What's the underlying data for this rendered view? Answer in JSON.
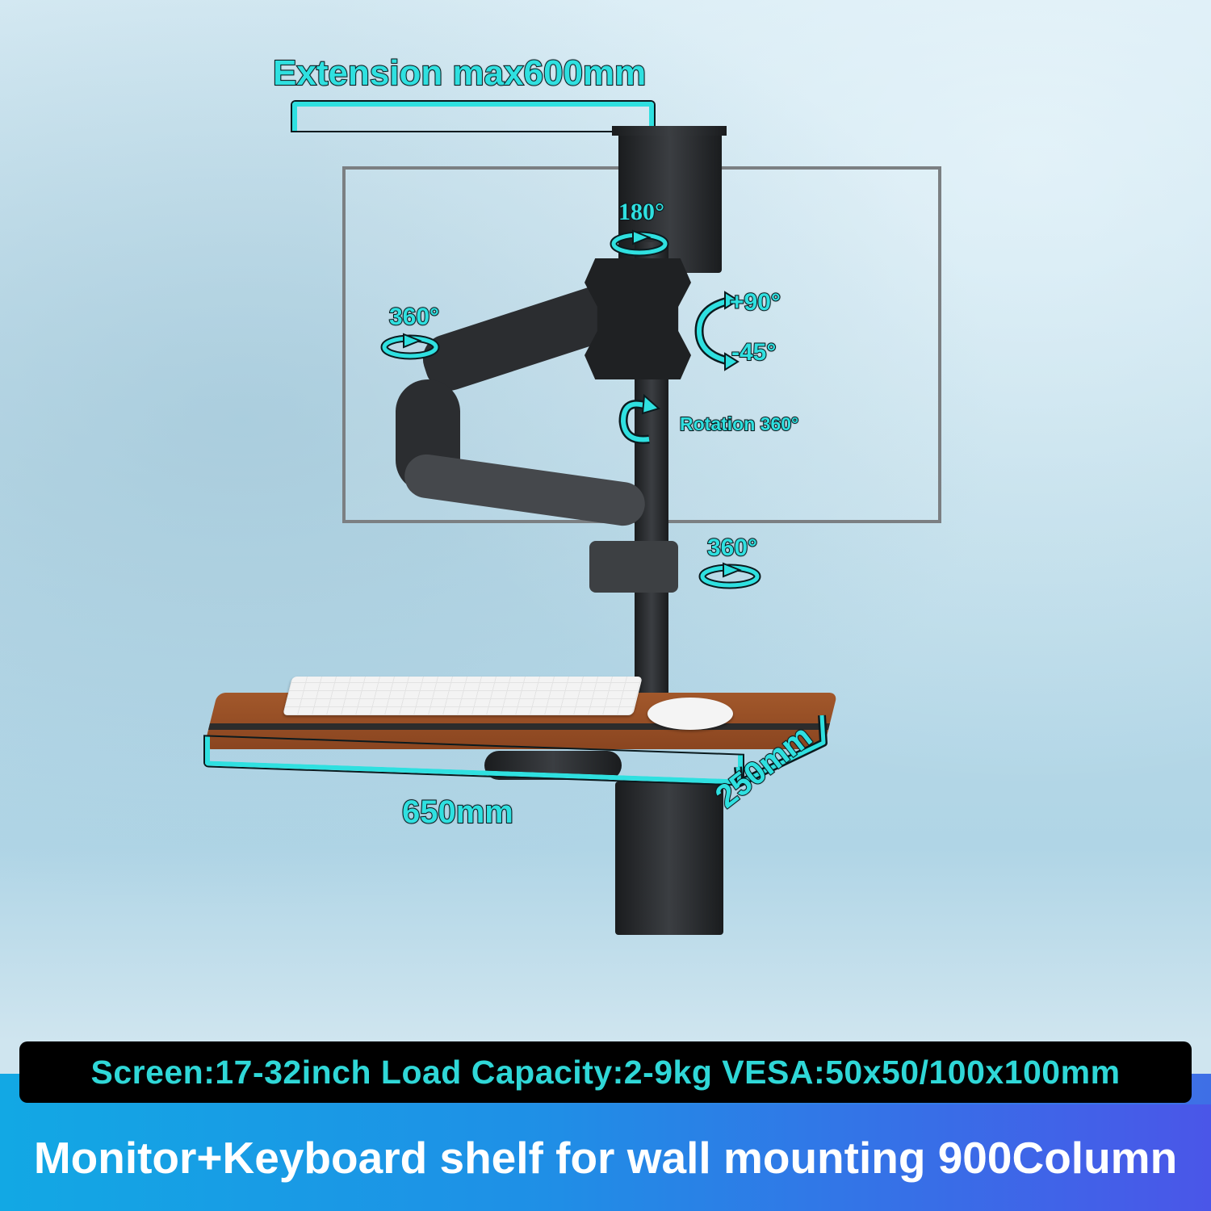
{
  "product": {
    "extension_label": "Extension max600mm",
    "rotations": {
      "top_swivel": "180°",
      "monitor_spin": "360°",
      "tilt_up": "+90°",
      "tilt_down": "-45°",
      "pole_rotation": "Rotation 360°",
      "arm_base_swivel": "360°"
    },
    "shelf": {
      "width_label": "650mm",
      "depth_label": "250mm"
    }
  },
  "specs": {
    "text": "Screen:17-32inch Load Capacity:2-9kg VESA:50x50/100x100mm"
  },
  "footer": {
    "title": "Monitor+Keyboard shelf for wall mounting 900Column"
  },
  "colors": {
    "accent_cyan": "#2fe0e0",
    "spec_bar": "#000000",
    "footer_gradient_start": "#12a8e4",
    "footer_gradient_end": "#4a56e8",
    "shelf_wood": "#9a5026"
  }
}
